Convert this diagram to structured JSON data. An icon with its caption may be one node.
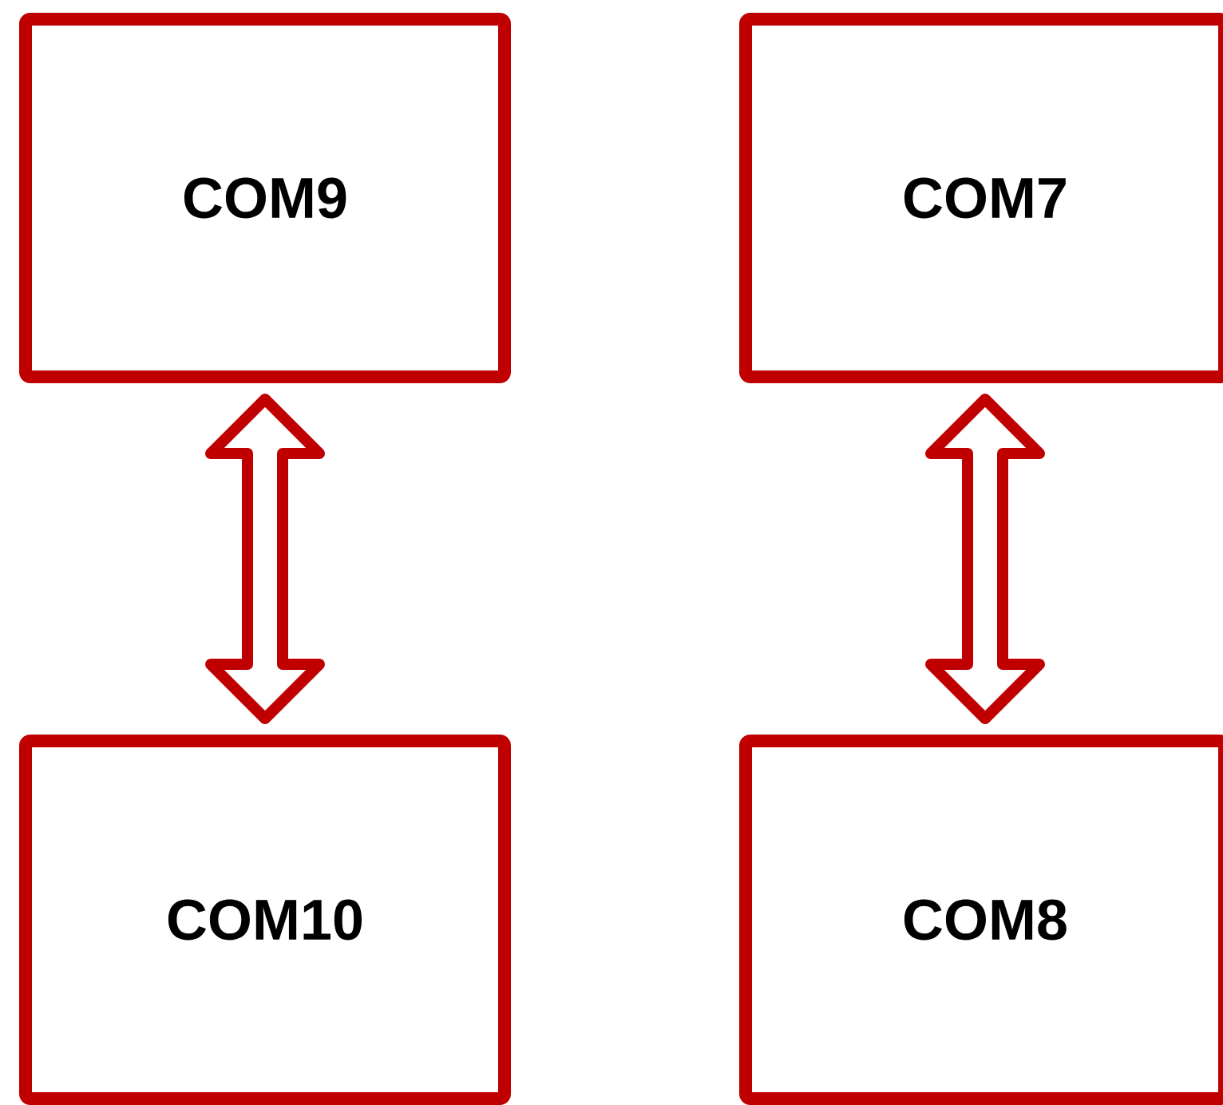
{
  "diagram": {
    "nodes": [
      {
        "text": [
          "COM9"
        ]
      },
      {
        "text": [
          "COM7"
        ]
      },
      {
        "text": [
          "COM10"
        ]
      },
      {
        "text": [
          "COM8"
        ]
      }
    ],
    "edges": [
      {
        "from": 0,
        "to": 2,
        "arrow": "both"
      },
      {
        "from": 1,
        "to": 3,
        "arrow": "both"
      }
    ]
  }
}
